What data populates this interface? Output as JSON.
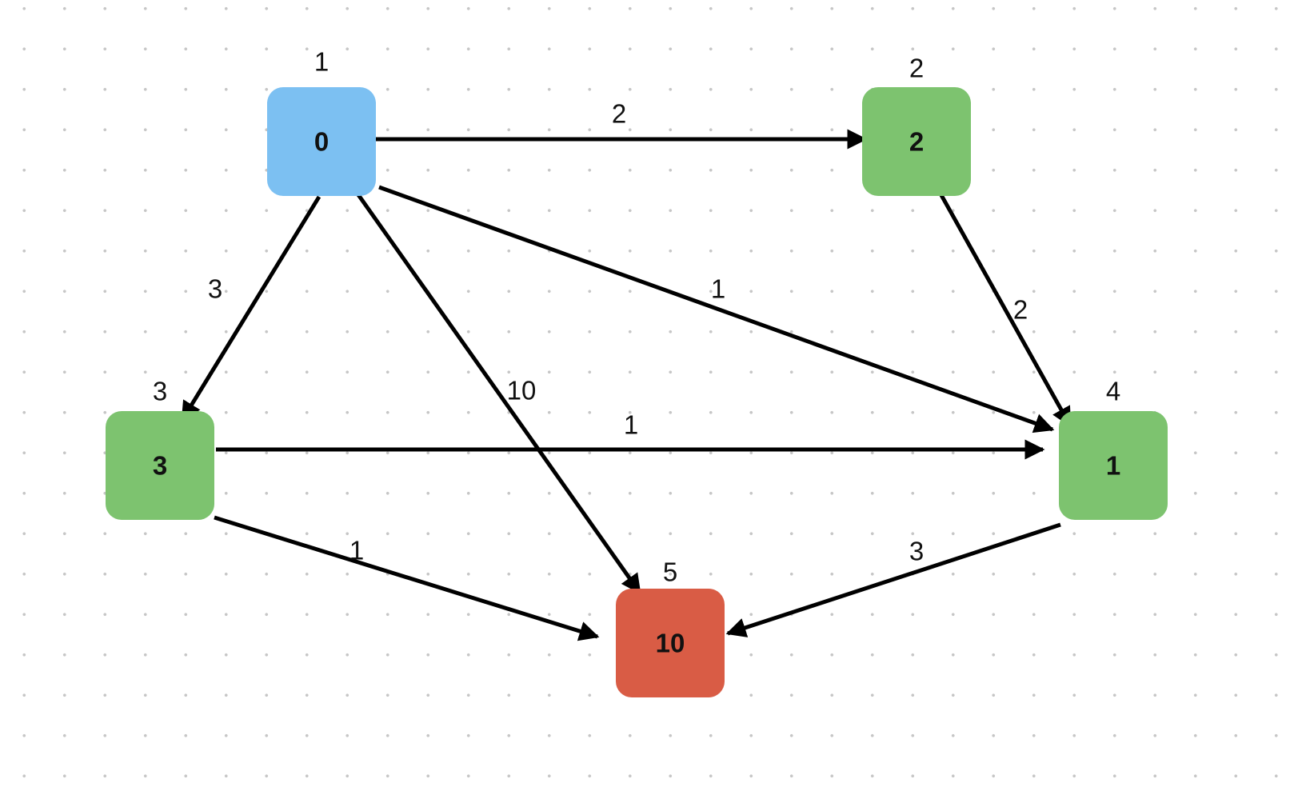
{
  "colors": {
    "start": "#7cc0f2",
    "visited": "#7dc36f",
    "target": "#d95c45",
    "edge": "#000000"
  },
  "nodes": [
    {
      "key": "n1",
      "id_label": "1",
      "value": "0",
      "state": "start"
    },
    {
      "key": "n2",
      "id_label": "2",
      "value": "2",
      "state": "visited"
    },
    {
      "key": "n3",
      "id_label": "3",
      "value": "3",
      "state": "visited"
    },
    {
      "key": "n4",
      "id_label": "4",
      "value": "1",
      "state": "visited"
    },
    {
      "key": "n5",
      "id_label": "5",
      "value": "10",
      "state": "target"
    }
  ],
  "edges": [
    {
      "from": "n1",
      "to": "n2",
      "weight": "2"
    },
    {
      "from": "n1",
      "to": "n3",
      "weight": "3"
    },
    {
      "from": "n1",
      "to": "n4",
      "weight": "1"
    },
    {
      "from": "n1",
      "to": "n5",
      "weight": "10"
    },
    {
      "from": "n2",
      "to": "n4",
      "weight": "2"
    },
    {
      "from": "n3",
      "to": "n4",
      "weight": "1"
    },
    {
      "from": "n3",
      "to": "n5",
      "weight": "1"
    },
    {
      "from": "n4",
      "to": "n5",
      "weight": "3"
    }
  ]
}
